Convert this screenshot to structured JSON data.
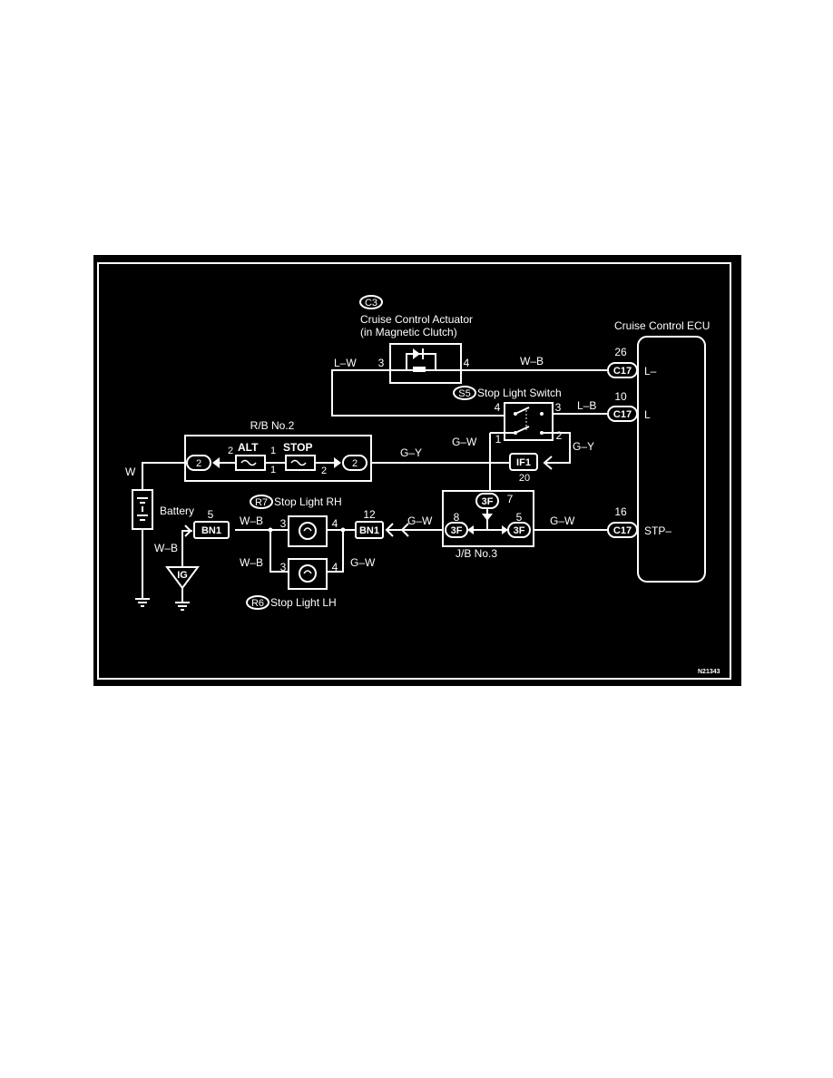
{
  "colors": {
    "background": "#000000",
    "line": "#ffffff",
    "page": "#ffffff"
  },
  "components": {
    "actuator": {
      "code": "C3",
      "title": "Cruise Control Actuator",
      "subtitle": "(in Magnetic Clutch)",
      "pin_left": "3",
      "pin_right": "4"
    },
    "ecu": {
      "title": "Cruise Control ECU"
    },
    "stop_switch": {
      "code": "S5",
      "title": "Stop Light Switch",
      "pin_tl": "4",
      "pin_tr": "3",
      "pin_bl": "1",
      "pin_br": "2"
    },
    "relay_block": {
      "title": "R/B No.2",
      "fuse1": "ALT",
      "fuse2": "STOP",
      "conn": "2",
      "pin_a": "2",
      "pin_b": "1",
      "pin_c": "1",
      "pin_d": "2"
    },
    "battery": {
      "label": "Battery"
    },
    "ig": {
      "label": "IG"
    },
    "if1": {
      "label": "IF1",
      "pin": "20"
    },
    "junction_block": {
      "title": "J/B No.3",
      "conn": "3F",
      "pin_top": "7",
      "pin_left": "8",
      "pin_right": "5"
    },
    "bn1_left": {
      "label": "BN1",
      "pin": "5"
    },
    "bn1_right": {
      "label": "BN1",
      "pin": "12"
    },
    "stop_rh": {
      "code": "R7",
      "title": "Stop Light RH",
      "pin_l": "3",
      "pin_r": "4"
    },
    "stop_lh": {
      "code": "R6",
      "title": "Stop Light LH",
      "pin_l": "3",
      "pin_r": "4"
    }
  },
  "ecu_terminals": [
    {
      "pin": "26",
      "conn": "C17",
      "name": "L–"
    },
    {
      "pin": "10",
      "conn": "C17",
      "name": "L"
    },
    {
      "pin": "16",
      "conn": "C17",
      "name": "STP–"
    }
  ],
  "wires": {
    "lw": "L–W",
    "wb_top": "W–B",
    "lb": "L–B",
    "gw_sw": "G–W",
    "gy_sw": "G–Y",
    "gy_rb": "G–Y",
    "w": "W",
    "wb_ig": "W–B",
    "wb_bn1": "W–B",
    "wb_lh": "W–B",
    "gw_lh": "G–W",
    "gw_jb": "G–W",
    "gw_ecu": "G–W"
  },
  "diagram_id": "N21343"
}
